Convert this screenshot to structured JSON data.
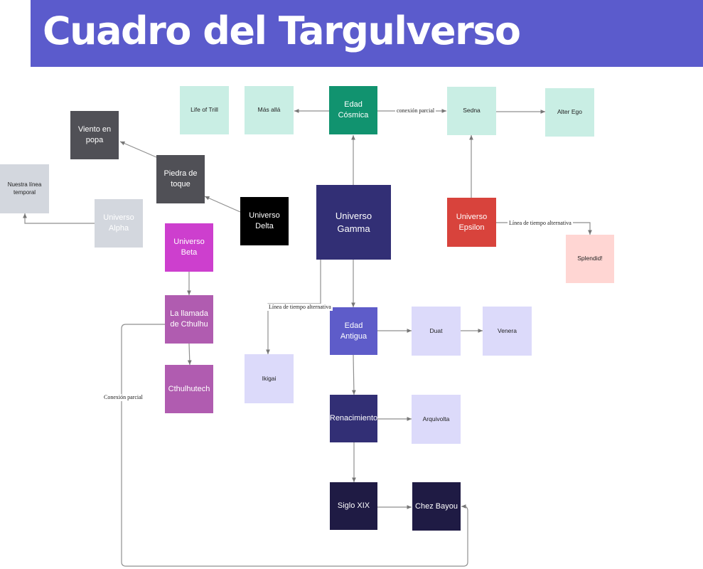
{
  "header": {
    "title": "Cuadro del Targulverso",
    "color": "#5b5bcc"
  },
  "nodes": {
    "life_of_trill": "Life of Trill",
    "mas_alla": "Más allá",
    "edad_cosmica": "Edad Cósmica",
    "sedna": "Sedna",
    "alter_ego": "Alter Ego",
    "viento_en_popa": "Viento en popa",
    "piedra_de_toque": "Piedra de toque",
    "nuestra_linea": "Nuestra línea temporal",
    "universo_alpha": "Universo Alpha",
    "universo_delta": "Universo Delta",
    "universo_gamma": "Universo Gamma",
    "universo_epsilon": "Universo Epsilon",
    "splendid": "Splendid!",
    "universo_beta": "Universo Beta",
    "llamada_cthulhu": "La llamada de Cthulhu",
    "cthulhutech": "Cthulhutech",
    "ikigai": "Ikigai",
    "edad_antigua": "Edad Antigua",
    "duat": "Duat",
    "venera": "Venera",
    "renacimiento": "Renacimiento",
    "arquivolta": "Arquivolta",
    "siglo_xix": "Siglo XIX",
    "chez_bayou": "Chez Bayou"
  },
  "edge_labels": {
    "conexion_parcial_top": "conexión parcial",
    "linea_epsilon": "Línea de tiempo alternativa",
    "linea_gamma": "Línea de tiempo alternativa",
    "conexion_parcial_left": "Conexión parcial"
  },
  "colors": {
    "mint": "#c9eee4",
    "teal": "#11936f",
    "navy": "#322f75",
    "indigo": "#5e5cc9",
    "lavender": "#dcdafa",
    "night": "#1f1b44",
    "red": "#d8433c",
    "pink": "#ffd6d3",
    "magenta": "#cd3fce",
    "orchid": "#b05cb0",
    "dark_gray": "#505056",
    "light_gray": "#d3d7de",
    "black": "#000000"
  }
}
